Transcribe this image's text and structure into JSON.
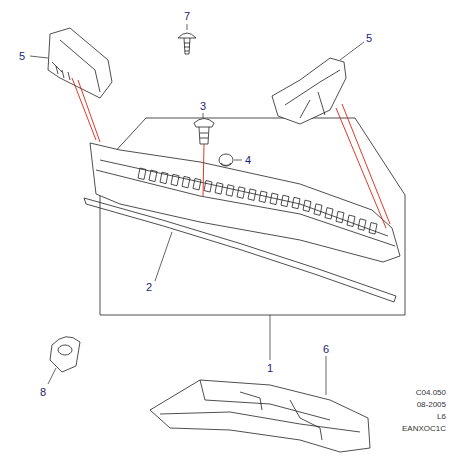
{
  "diagram": {
    "labels": [
      "5",
      "7",
      "3",
      "5",
      "4",
      "2",
      "1",
      "6",
      "8",
      "C04.050",
      "08-2005",
      "L6",
      "EANXOC1C"
    ]
  }
}
